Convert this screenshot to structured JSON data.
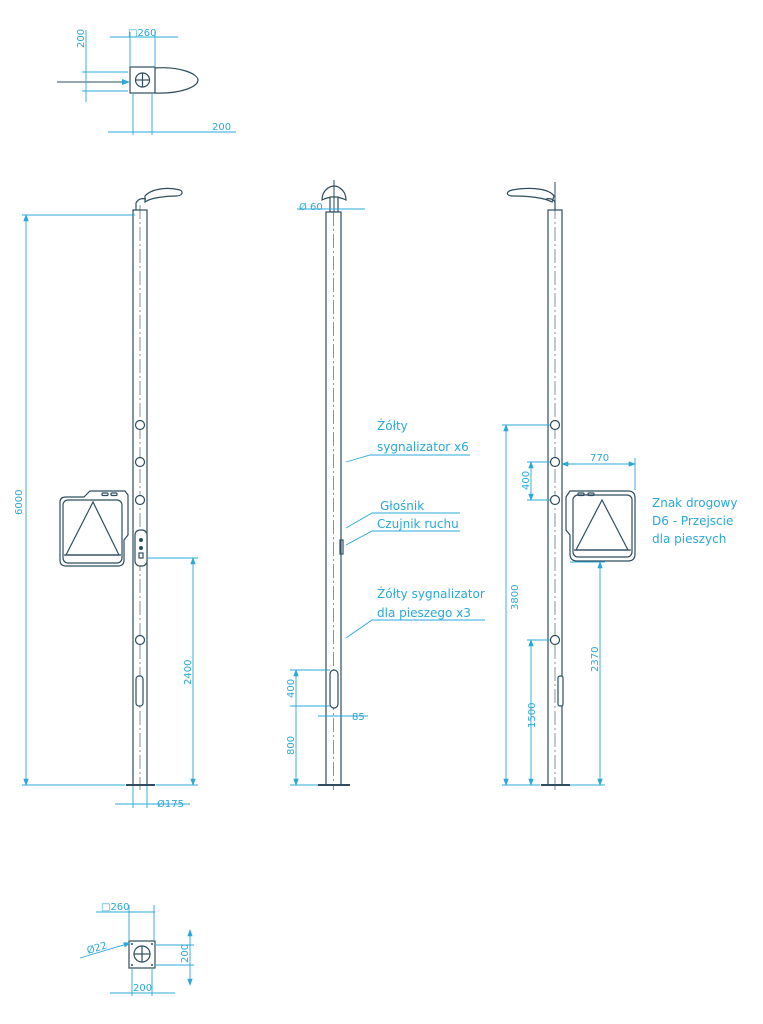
{
  "top_plan": {
    "square": "□260",
    "height": "200",
    "offset": "200"
  },
  "view_left": {
    "total_height": "6000",
    "sign_height": "2400",
    "base_diameter": "Ø175"
  },
  "view_middle": {
    "head_diameter": "Ø 60",
    "oval_height": "400",
    "oval_base": "800",
    "oval_width": "85",
    "labels": {
      "yellow_signal_1": "Żółty",
      "yellow_signal_2": "sygnalizator x6",
      "speaker": "Głośnik",
      "motion_sensor": "Czujnik ruchu",
      "ped_signal_1": "Żółty sygnalizator",
      "ped_signal_2": "dla pieszego x3"
    }
  },
  "view_right": {
    "signals_height": "3800",
    "spacing": "400",
    "lower_signal": "1500",
    "sign_bottom": "2370",
    "sign_offset": "770",
    "sign_label_1": "Znak drogowy",
    "sign_label_2": "D6 - Przejscie",
    "sign_label_3": "dla pieszych"
  },
  "bottom_plan": {
    "square": "□260",
    "bolt": "Ø22",
    "height": "200",
    "width": "200"
  }
}
